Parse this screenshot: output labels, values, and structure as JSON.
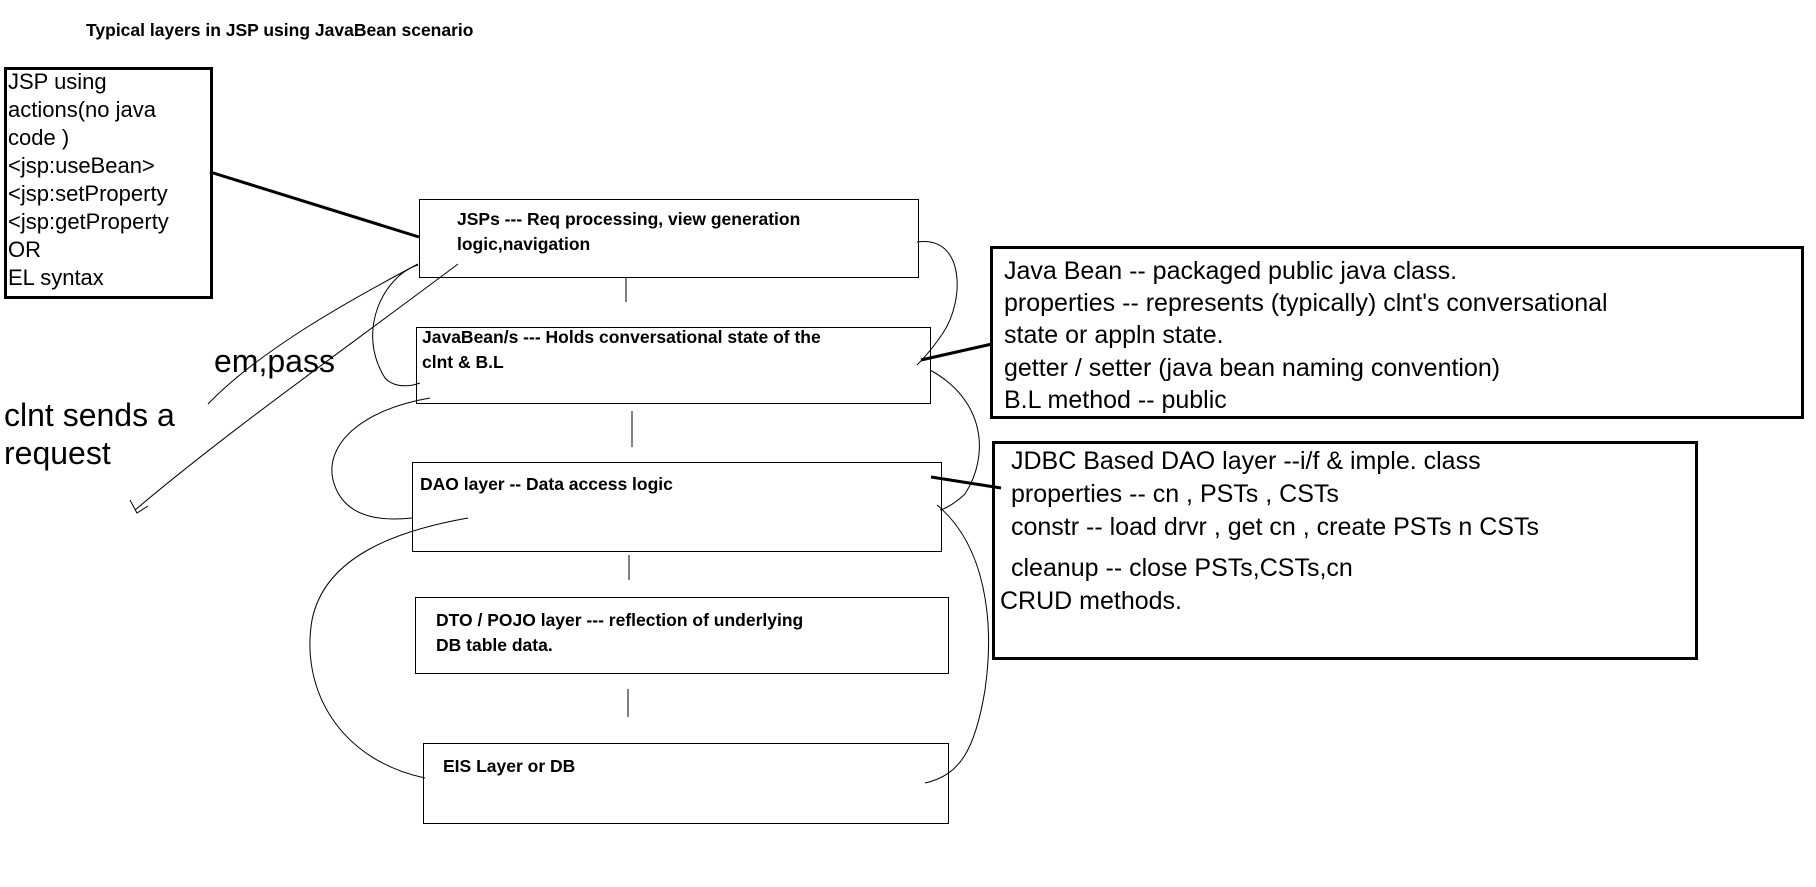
{
  "title": "Typical layers in JSP using JavaBean scenario",
  "jsp_note": {
    "lines": [
      "JSP using",
      "actions(no java",
      "code )",
      "<jsp:useBean>",
      "<jsp:setProperty",
      "<jsp:getProperty",
      "OR",
      "EL syntax"
    ]
  },
  "layers": [
    {
      "lines": [
        "JSPs --- Req processing, view generation",
        "logic,navigation"
      ]
    },
    {
      "lines": [
        "JavaBean/s --- Holds conversational state of the",
        "clnt & B.L"
      ]
    },
    {
      "lines": [
        "DAO layer -- Data access logic"
      ]
    },
    {
      "lines": [
        "DTO / POJO layer --- reflection of underlying",
        "DB table data."
      ]
    },
    {
      "lines": [
        "EIS Layer or DB"
      ]
    }
  ],
  "bean_note": {
    "lines": [
      "Java Bean -- packaged public java class.",
      "properties -- represents (typically) clnt's conversational",
      "state or appln state.",
      "getter / setter (java bean naming convention)",
      "B.L method -- public"
    ]
  },
  "dao_note": {
    "lines": [
      "JDBC Based DAO layer --i/f & imple. class",
      "properties -- cn , PSTs , CSTs",
      "constr -- load drvr , get cn , create PSTs n CSTs",
      "cleanup -- close PSTs,CSTs,cn",
      "CRUD methods."
    ]
  },
  "labels": {
    "em_pass": "em,pass",
    "client_request": [
      "clnt sends a",
      "request"
    ]
  }
}
